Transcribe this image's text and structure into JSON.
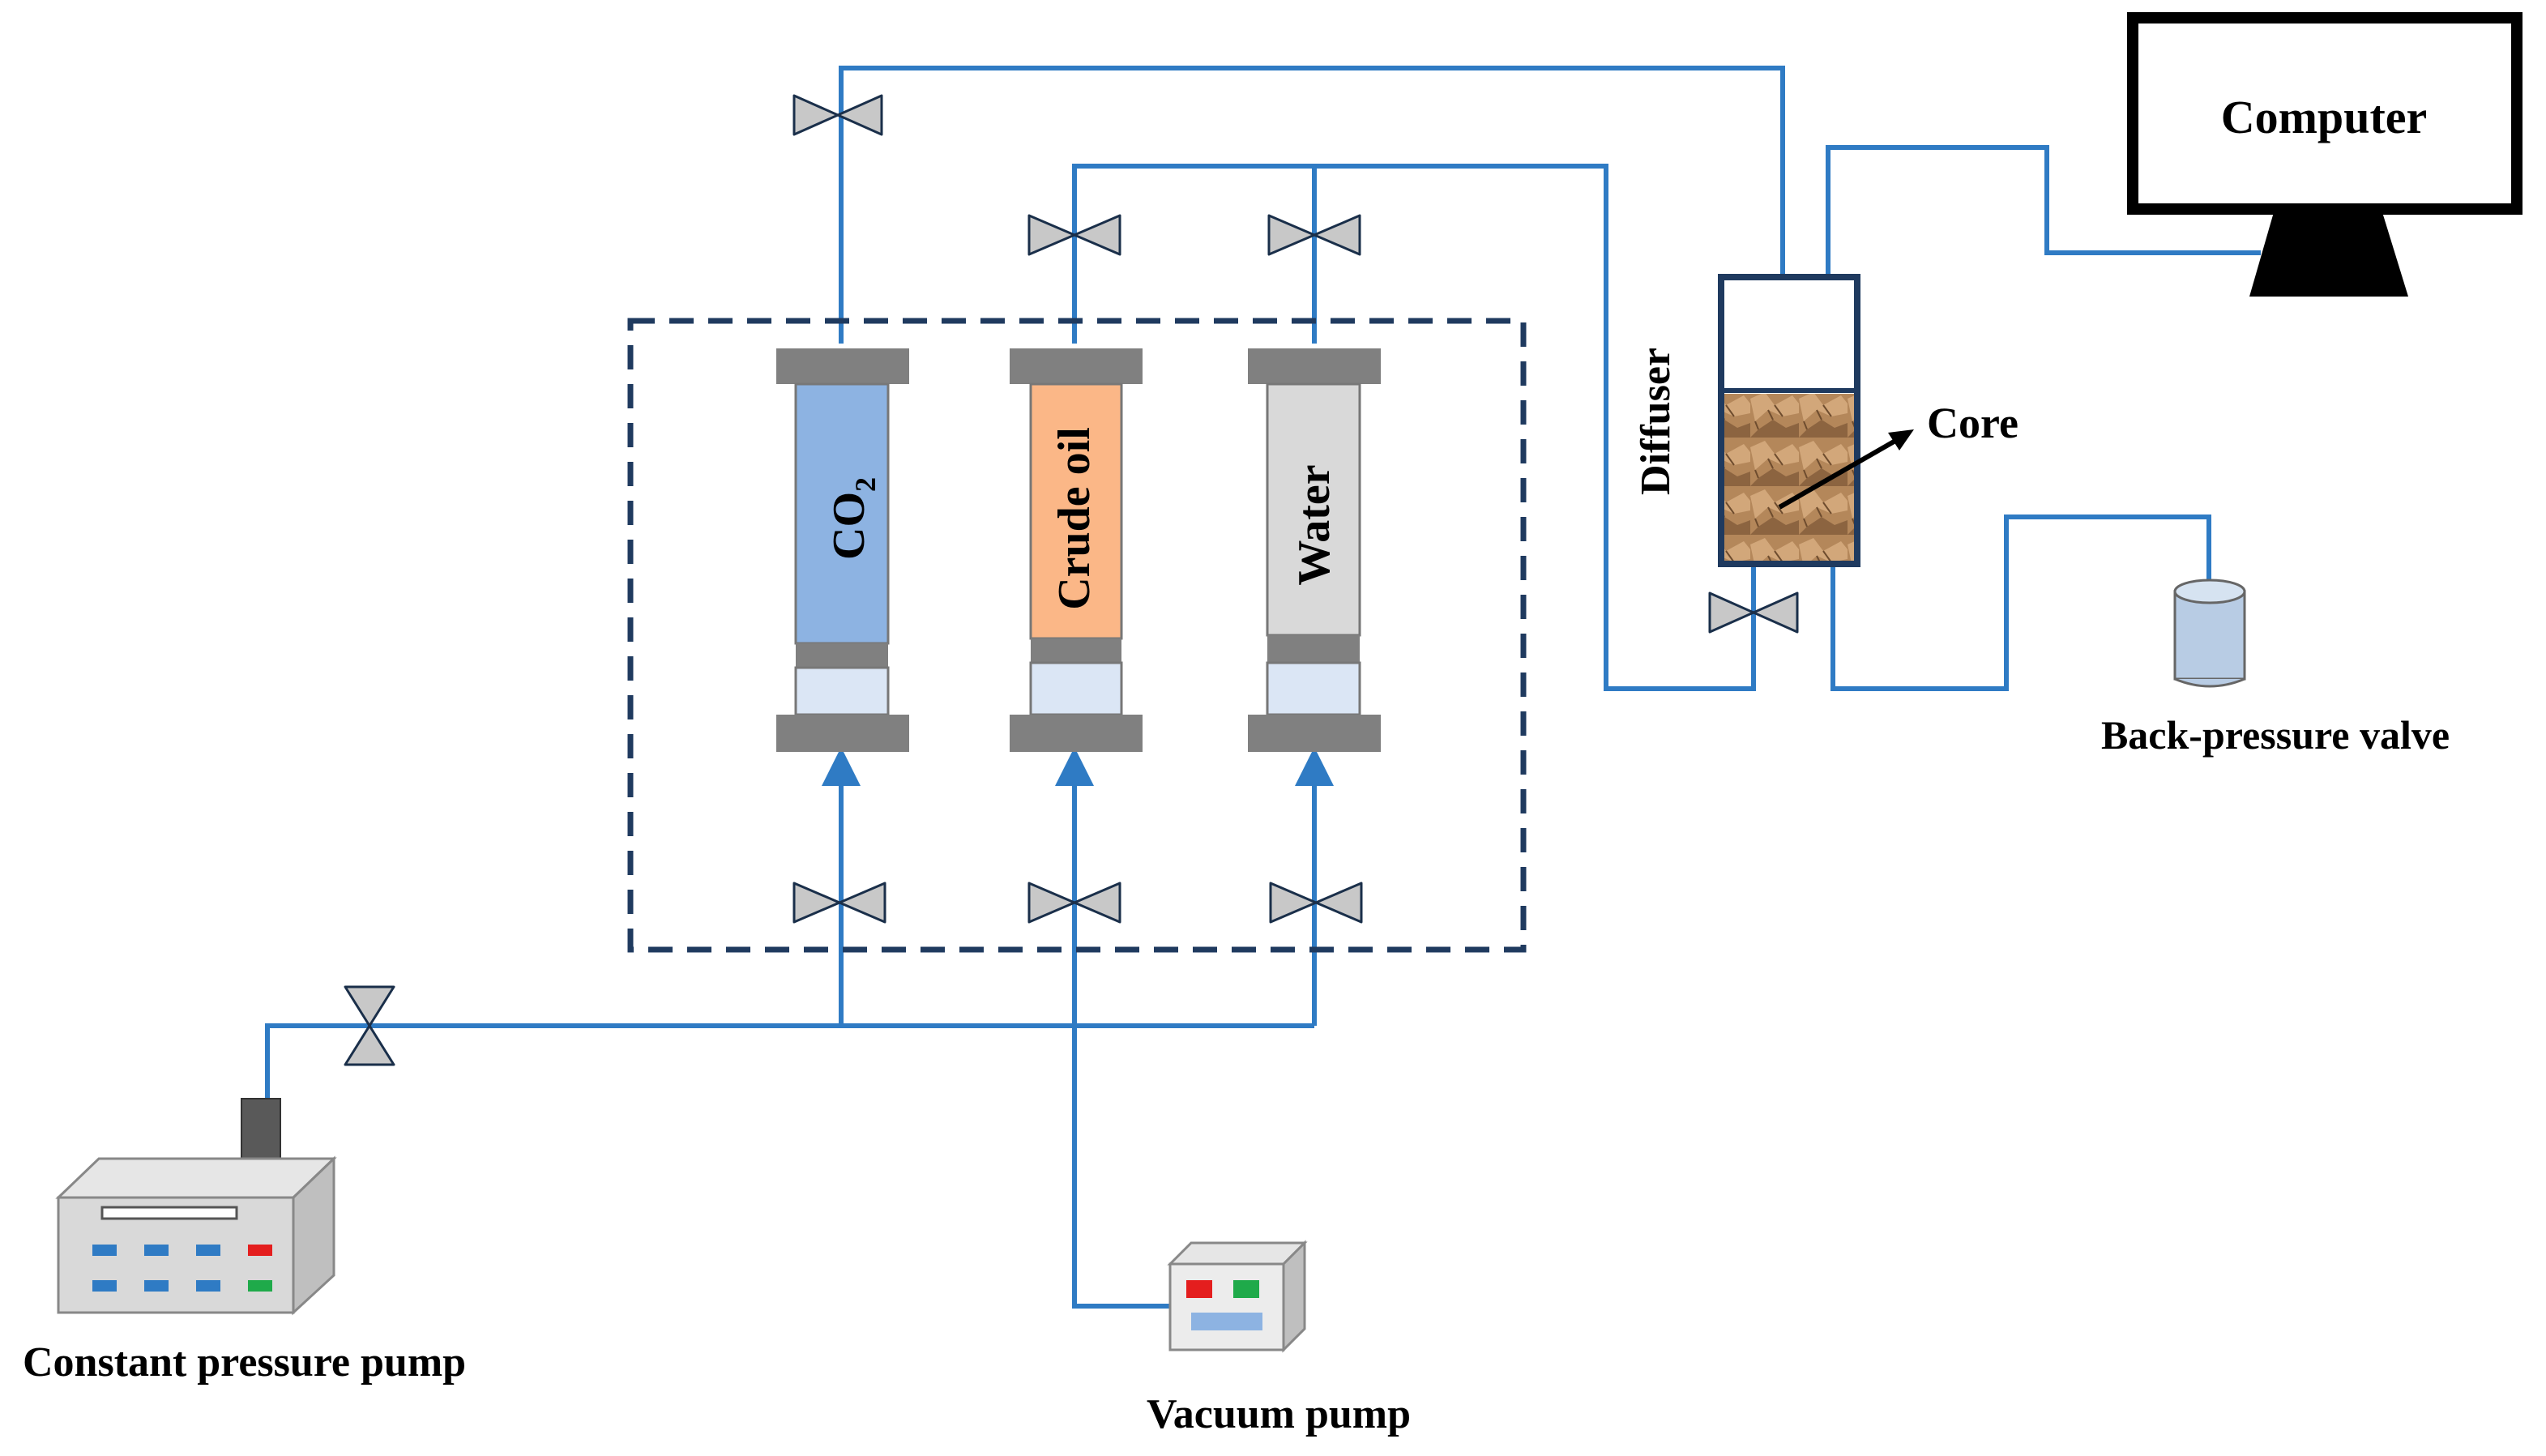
{
  "labels": {
    "computer": "Computer",
    "diffuser": "Diffuser",
    "core": "Core",
    "back_pressure_valve": "Back-pressure valve",
    "constant_pressure_pump": "Constant pressure pump",
    "vacuum_pump": "Vacuum pump"
  },
  "cylinders": [
    {
      "label_main": "CO",
      "label_sub": "2",
      "color": "#8db3e2"
    },
    {
      "label_main": "Crude oil",
      "label_sub": "",
      "color": "#fbb787"
    },
    {
      "label_main": "Water",
      "label_sub": "",
      "color": "#d9d9d9"
    }
  ],
  "colors": {
    "pipe": "#2f7bc4",
    "valve": "#c8c8c8",
    "cap": "#808080",
    "enclosure": "#1f3a5f",
    "core": "#b4875a",
    "piston": "#dbe6f5",
    "red_button": "#e41e1e",
    "green_button": "#1faa4a",
    "blue_button": "#2f7bc4"
  },
  "icons": [
    "valve-icon",
    "arrow-icon",
    "monitor-icon",
    "pump-icon",
    "beaker-icon"
  ]
}
